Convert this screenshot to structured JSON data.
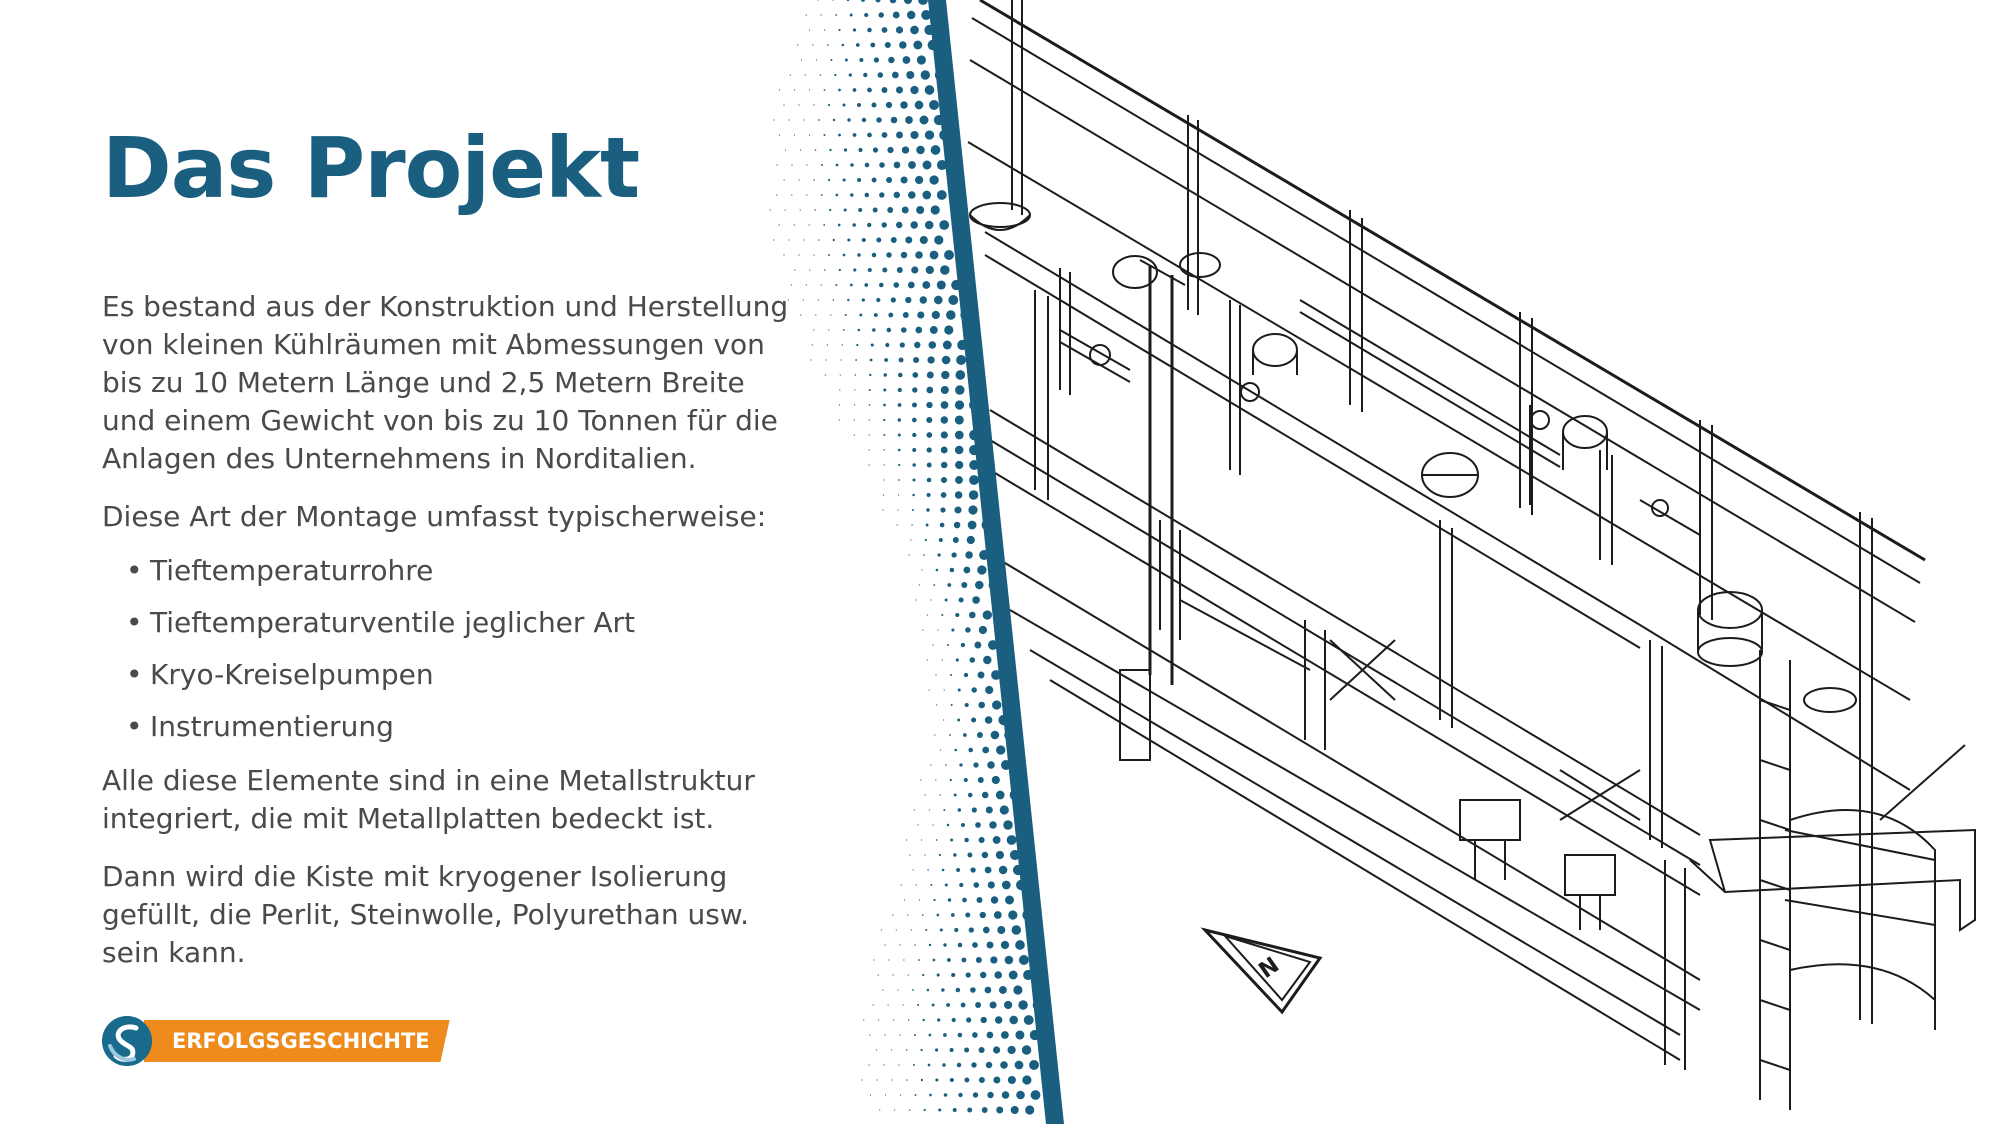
{
  "slide": {
    "title": "Das Projekt",
    "paragraphs": [
      "Es bestand aus der Konstruktion und Herstellung von kleinen Kühlräumen mit Abmessungen von bis zu 10 Metern Länge und 2,5 Metern Breite und einem Gewicht von bis zu 10 Tonnen für die Anlagen des Unternehmens in Norditalien.",
      "Diese Art der Montage umfasst typischerweise:",
      "Alle diese Elemente sind in eine Metallstruktur integriert, die mit Metallplatten bedeckt ist.",
      "Dann wird die Kiste mit kryogener Isolierung gefüllt, die Perlit, Steinwolle, Polyurethan usw. sein kann."
    ],
    "bullets": [
      "Tieftemperaturrohre",
      "Tieftemperaturventile jeglicher Art",
      "Kryo-Kreiselpumpen",
      "Instrumentierung"
    ],
    "bullet_glyph": "•"
  },
  "badge": {
    "label": "ERFOLGSGESCHICHTE",
    "icon": "company-logo-icon"
  },
  "drawing": {
    "north_label": "N",
    "north_icon": "north-arrow-icon"
  },
  "colors": {
    "title": "#1a5f80",
    "body_text": "#4a4a4a",
    "accent_blue": "#1a5f80",
    "badge_orange": "#ef8b1c",
    "line_art": "#1c1c1c"
  }
}
